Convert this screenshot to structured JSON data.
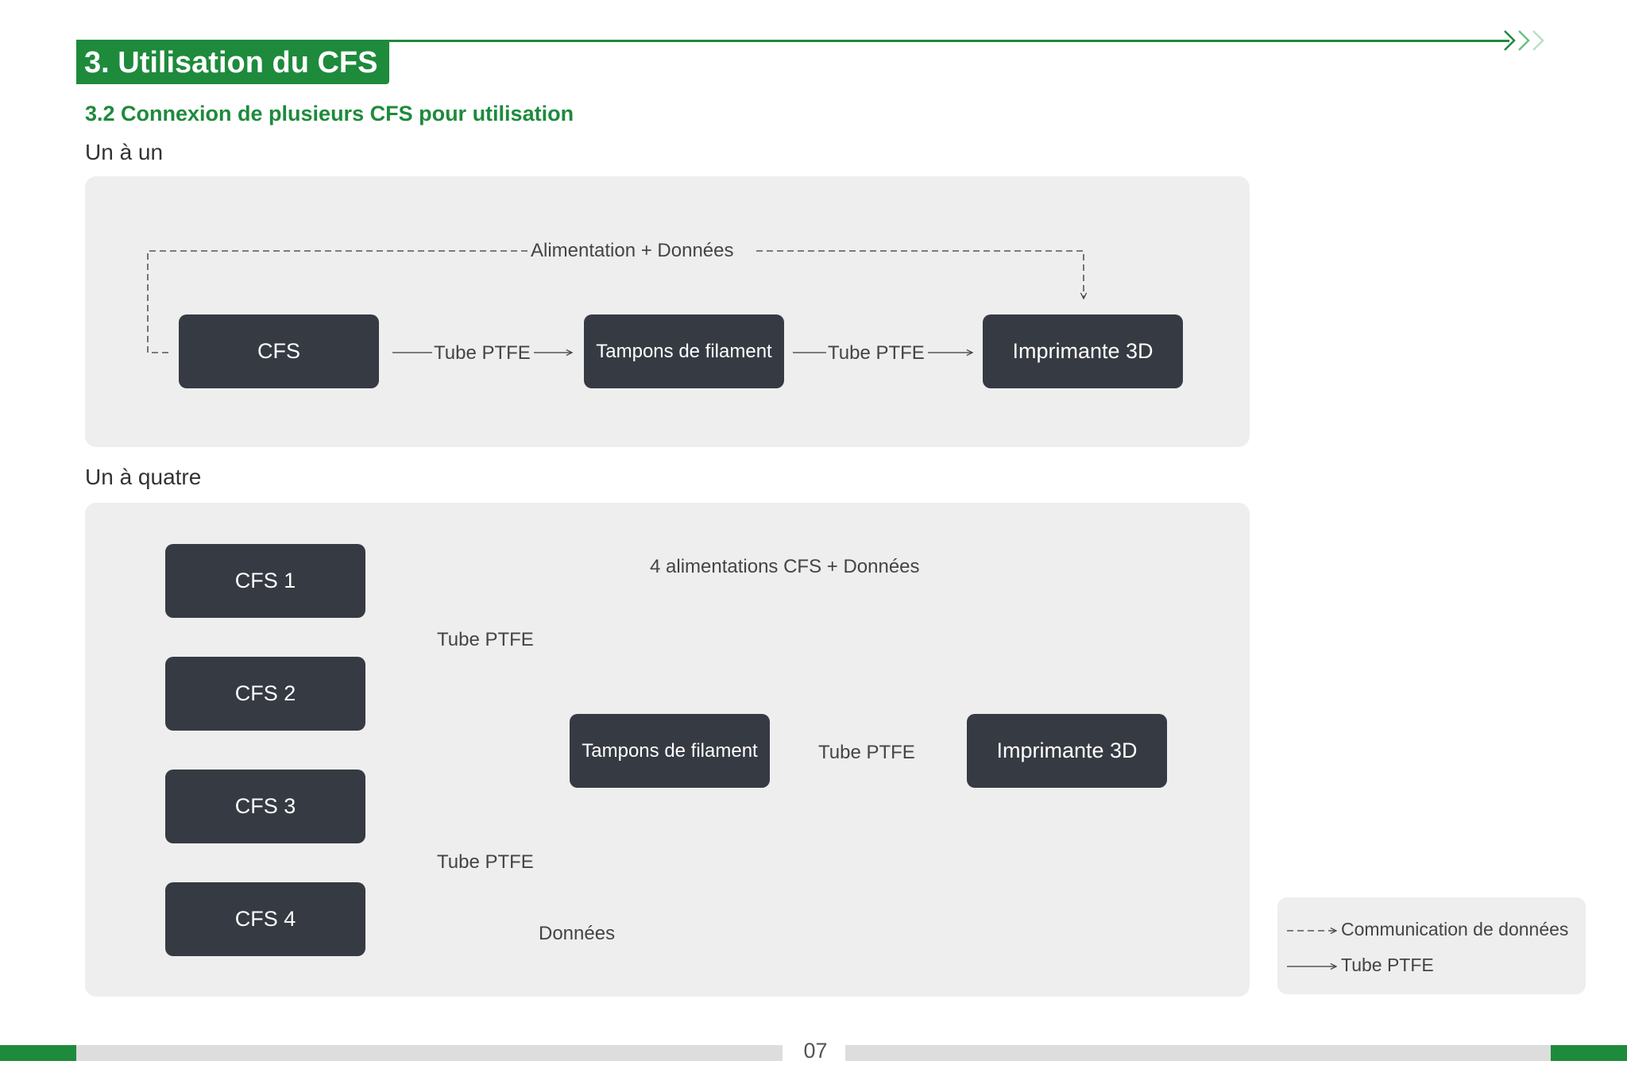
{
  "header": {
    "title": "3. Utilisation du CFS",
    "accent_color": "#1e8a3c",
    "chevrons_icon": "double-chevron-right-icon"
  },
  "subtitle": "3.2 Connexion de plusieurs CFS pour utilisation",
  "one_to_one": {
    "label": "Un à un",
    "nodes": {
      "cfs": "CFS",
      "buffer": "Tampons de filament",
      "printer": "Imprimante 3D"
    },
    "data_link_label": "Alimentation + Données",
    "tube_label_1": "Tube PTFE",
    "tube_label_2": "Tube PTFE"
  },
  "one_to_four": {
    "label": "Un à quatre",
    "nodes": {
      "cfs1": "CFS 1",
      "cfs2": "CFS 2",
      "cfs3": "CFS 3",
      "cfs4": "CFS 4",
      "buffer": "Tampons de filament",
      "printer": "Imprimante 3D"
    },
    "power_data_label": "4 alimentations CFS + Données",
    "tube_label_top": "Tube PTFE",
    "tube_label_bottom": "Tube PTFE",
    "tube_label_right": "Tube PTFE",
    "data_label": "Données"
  },
  "legend": {
    "dashed": "Communication de données",
    "solid": "Tube PTFE"
  },
  "footer": {
    "page_number": "07",
    "bar_color": "#dddddd",
    "accent_color": "#1e8a3c"
  }
}
